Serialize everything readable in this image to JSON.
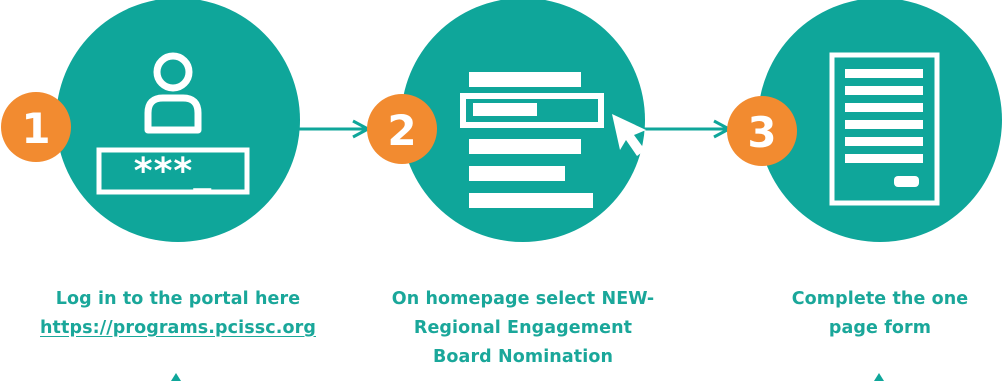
{
  "colors": {
    "teal": "#0fa69a",
    "orange": "#f28b30",
    "white": "#ffffff",
    "caption": "#1aa79a"
  },
  "steps": [
    {
      "number": "1",
      "icon": "user-password-icon",
      "password_mask": "***_",
      "caption_lines": [
        "Log in to the portal here"
      ],
      "link": "https://programs.pcissc.org"
    },
    {
      "number": "2",
      "icon": "menu-select-icon",
      "caption_lines": [
        "On homepage select NEW-",
        "Regional Engagement",
        "Board Nomination"
      ]
    },
    {
      "number": "3",
      "icon": "form-document-icon",
      "caption_lines": [
        "Complete the one",
        "page form"
      ]
    }
  ],
  "connectors": [
    "arrow-right-icon",
    "arrow-right-icon"
  ]
}
